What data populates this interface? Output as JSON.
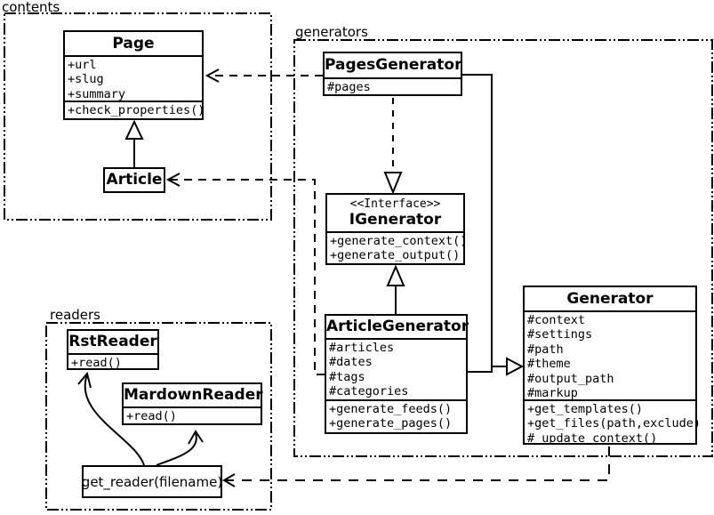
{
  "packages": {
    "contents": {
      "label": "contents"
    },
    "generators": {
      "label": "generators"
    },
    "readers": {
      "label": "readers"
    }
  },
  "classes": {
    "page": {
      "title": "Page",
      "attrs": [
        "+url",
        "+slug",
        "+summary"
      ],
      "methods": [
        "+check_properties()"
      ]
    },
    "article": {
      "title": "Article"
    },
    "pages_generator": {
      "title": "PagesGenerator",
      "attrs": [
        "#pages"
      ]
    },
    "igenerator": {
      "stereotype": "<<Interface>>",
      "title": "IGenerator",
      "methods": [
        "+generate_context()",
        "+generate_output()"
      ]
    },
    "article_generator": {
      "title": "ArticleGenerator",
      "attrs": [
        "#articles",
        "#dates",
        "#tags",
        "#categories"
      ],
      "methods": [
        "+generate_feeds()",
        "+generate_pages()"
      ]
    },
    "generator": {
      "title": "Generator",
      "attrs": [
        "#context",
        "#settings",
        "#path",
        "#theme",
        "#output_path",
        "#markup"
      ],
      "methods": [
        "+get_templates()",
        "+get_files(path,exclude)",
        "#_update_context()"
      ]
    },
    "rst_reader": {
      "title": "RstReader",
      "methods": [
        "+read()"
      ]
    },
    "mardown_reader": {
      "title": "MardownReader",
      "methods": [
        "+read()"
      ]
    },
    "get_reader": {
      "label": "get_reader(filename)"
    }
  },
  "colors": {
    "line": "#000000",
    "background": "#ffffff"
  }
}
